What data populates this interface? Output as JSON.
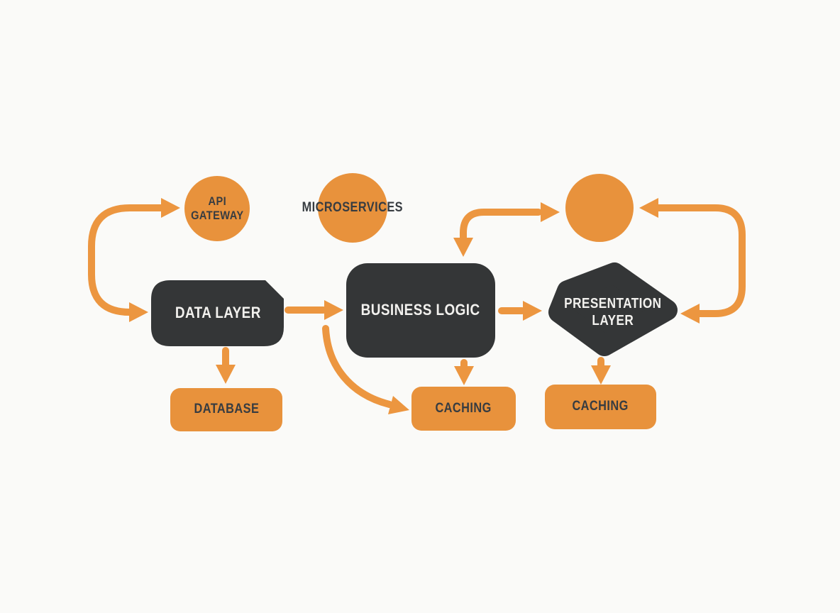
{
  "colors": {
    "orange": "#E8923C",
    "arrow": "#EC9640",
    "dark": "#343637",
    "text-light": "#F2F1EE",
    "text-dark": "#373C41",
    "bg": "#FAFAF8"
  },
  "diagram": {
    "nodes": {
      "api_gateway": {
        "shape": "circle",
        "line1": "API",
        "line2": "GATEWAY"
      },
      "microservices": {
        "shape": "circle",
        "label": "MICROSERVICES"
      },
      "unlabeled_circle": {
        "shape": "circle",
        "label": ""
      },
      "data_layer": {
        "shape": "chamfered-rect",
        "label": "DATA LAYER"
      },
      "business_logic": {
        "shape": "rounded-rect",
        "label": "BUSINESS LOGIC"
      },
      "presentation_layer": {
        "shape": "pentagon",
        "line1": "PRESENTATION",
        "line2": "LAYER"
      },
      "database": {
        "shape": "rounded-rect",
        "label": "DATABASE"
      },
      "caching_left": {
        "shape": "rounded-rect",
        "label": "CACHING"
      },
      "caching_right": {
        "shape": "rounded-rect",
        "label": "CACHING"
      }
    },
    "edges": [
      {
        "type": "curve",
        "arrowheads": [
          "api_gateway",
          "data_layer"
        ],
        "note": "C-curve on far left, both heads point right"
      },
      {
        "type": "straight",
        "from": "data_layer",
        "to": "business_logic"
      },
      {
        "type": "straight",
        "from": "business_logic",
        "to": "presentation_layer"
      },
      {
        "type": "curve",
        "arrowheads": [
          "business_logic",
          "unlabeled_circle"
        ],
        "note": "down into business logic, right into circle"
      },
      {
        "type": "curve",
        "arrowheads": [
          "unlabeled_circle",
          "presentation_layer"
        ],
        "note": "reverse-C on right side, both heads point left"
      },
      {
        "type": "straight",
        "from": "data_layer",
        "to": "database"
      },
      {
        "type": "straight",
        "from": "business_logic",
        "to": "caching_left"
      },
      {
        "type": "straight",
        "from": "presentation_layer",
        "to": "caching_right"
      },
      {
        "type": "curve",
        "from": "data_layer",
        "to": "caching_left",
        "note": "sweeps down-right under business logic"
      }
    ]
  }
}
